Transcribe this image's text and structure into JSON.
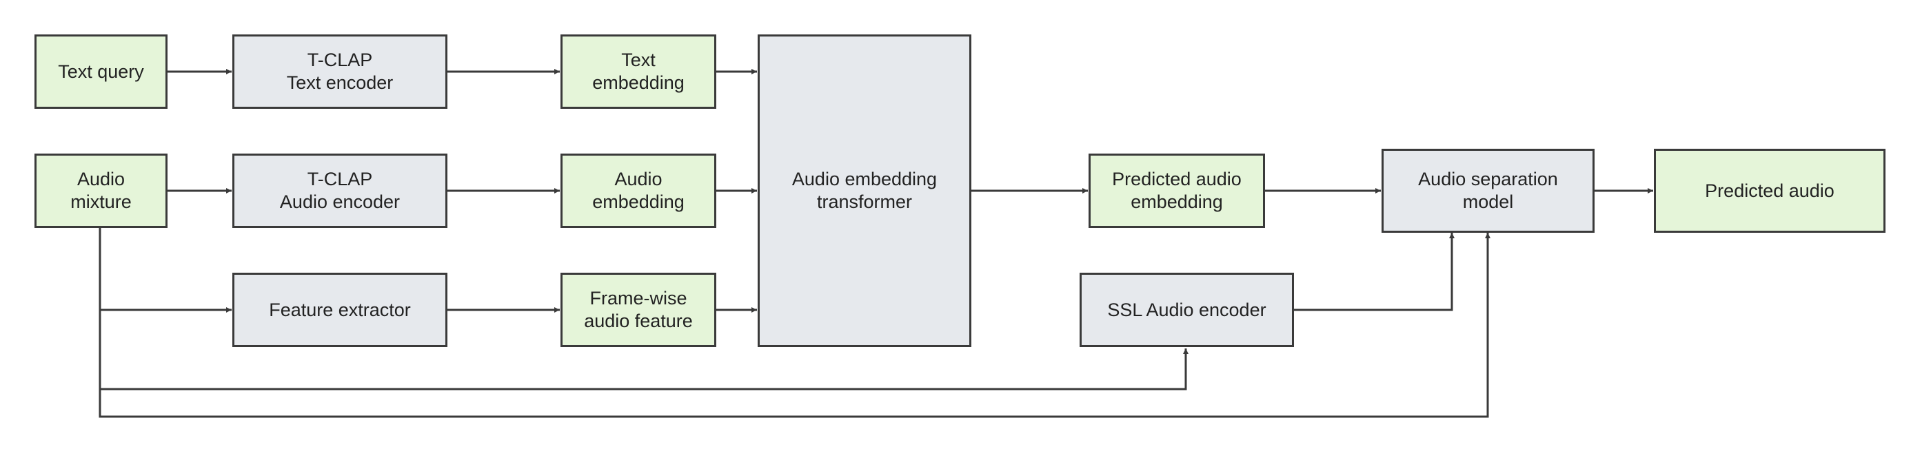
{
  "colors": {
    "data_fill": "#e5f5d9",
    "module_fill": "#e6e9ed",
    "stroke": "#3a3a3a",
    "text": "#222222"
  },
  "nodes": {
    "text_query": "Text query",
    "tclap_text_encoder": "T-CLAP\nText encoder",
    "text_embedding": "Text\nembedding",
    "audio_mixture": "Audio\nmixture",
    "tclap_audio_encoder": "T-CLAP\nAudio encoder",
    "audio_embedding": "Audio\nembedding",
    "feature_extractor": "Feature extractor",
    "frame_wise_audio_feature": "Frame-wise\naudio feature",
    "audio_embedding_transformer": "Audio embedding\ntransformer",
    "predicted_audio_embedding": "Predicted audio\nembedding",
    "ssl_audio_encoder": "SSL Audio encoder",
    "audio_separation_model": "Audio separation\nmodel",
    "predicted_audio": "Predicted audio"
  }
}
